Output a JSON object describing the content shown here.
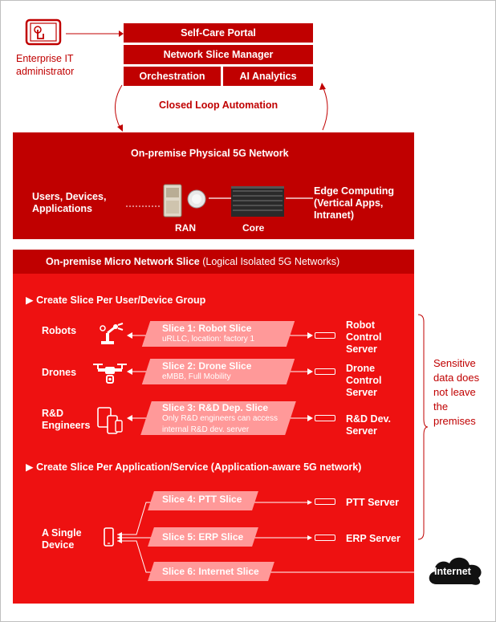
{
  "admin": {
    "label_line1": "Enterprise IT",
    "label_line2": "administrator"
  },
  "top_stack": {
    "portal": "Self-Care Portal",
    "manager": "Network Slice Manager",
    "orchestration": "Orchestration",
    "ai": "AI Analytics",
    "loop": "Closed Loop Automation"
  },
  "physical": {
    "title": "On-premise Physical 5G Network",
    "users_line1": "Users, Devices,",
    "users_line2": "Applications",
    "ran": "RAN",
    "core": "Core",
    "edge_line1": "Edge Computing",
    "edge_line2": "(Vertical Apps,",
    "edge_line3": "Intranet)"
  },
  "micro": {
    "title_bold": "On-premise Micro Network Slice",
    "title_rest": " (Logical Isolated 5G Networks)",
    "section1": "Create Slice Per User/Device Group",
    "section2": "Create Slice Per Application/Service (Application-aware 5G network)",
    "groups": [
      {
        "name": "Robots",
        "slice_title": "Slice 1: Robot Slice",
        "slice_sub1": "uRLLC, location: factory 1",
        "slice_sub2": "",
        "server_line1": "Robot",
        "server_line2": "Control",
        "server_line3": "Server",
        "icon": "robot-arm-icon"
      },
      {
        "name": "Drones",
        "slice_title": "Slice 2: Drone Slice",
        "slice_sub1": "eMBB, Full Mobility",
        "slice_sub2": "",
        "server_line1": "Drone",
        "server_line2": "Control",
        "server_line3": "Server",
        "icon": "drone-icon"
      },
      {
        "name_line1": "R&D",
        "name_line2": "Engineers",
        "slice_title": "Slice 3: R&D Dep. Slice",
        "slice_sub1": "Only R&D engineers can access",
        "slice_sub2": "internal R&D dev. server",
        "server_line1": "R&D Dev.",
        "server_line2": "Server",
        "icon": "devices-icon"
      }
    ],
    "device_line1": "A Single",
    "device_line2": "Device",
    "app_slices": [
      {
        "title": "Slice 4: PTT Slice",
        "server": "PTT Server"
      },
      {
        "title": "Slice 5: ERP Slice",
        "server": "ERP Server"
      },
      {
        "title": "Slice 6: Internet Slice",
        "server": "Internet"
      }
    ]
  },
  "side_note": {
    "line1": "Sensitive",
    "line2": "data does",
    "line3": "not leave",
    "line4": "the",
    "line5": "premises"
  },
  "colors": {
    "brand_red": "#c00000",
    "slice_pink": "#ff9999",
    "bright_red": "#ee1111",
    "internet_black": "#111111"
  }
}
